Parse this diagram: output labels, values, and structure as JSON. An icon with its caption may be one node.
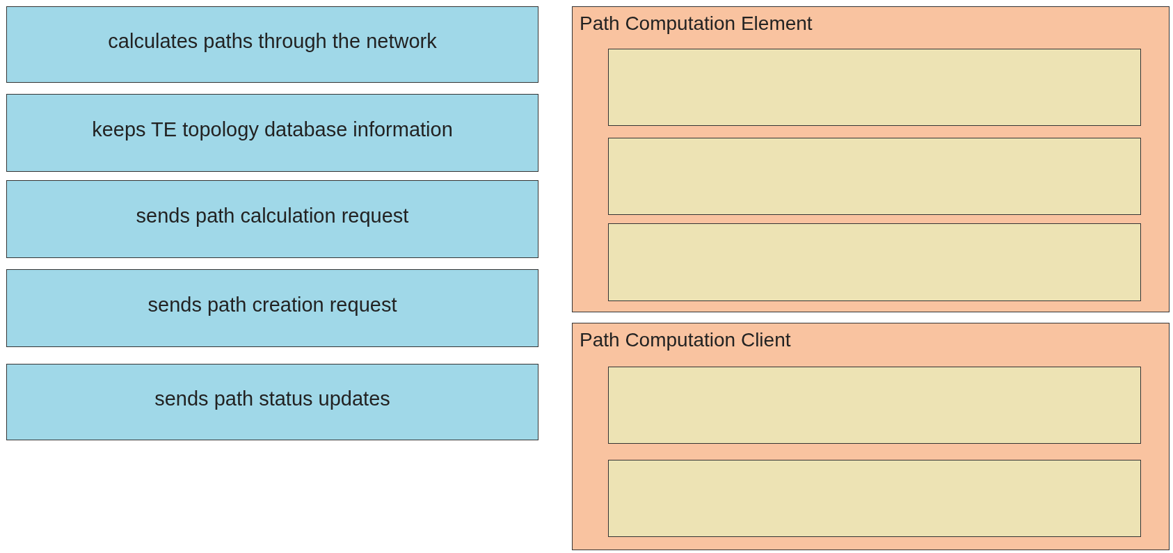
{
  "diagram": {
    "nodes": [
      {
        "text": [
          "calculates paths through the network"
        ]
      },
      {
        "text": [
          "keeps TE topology database information"
        ]
      },
      {
        "text": [
          "sends path calculation request"
        ]
      },
      {
        "text": [
          "sends path creation request"
        ]
      },
      {
        "text": [
          "sends path status updates"
        ]
      },
      {
        "text": [
          "Path Computation Element"
        ]
      },
      {
        "text": [],
        "shape": "box",
        "in": 5
      },
      {
        "text": [],
        "shape": "box",
        "in": 5
      },
      {
        "text": [],
        "shape": "box",
        "in": 5
      },
      {
        "text": [
          "Path Computation Client"
        ]
      },
      {
        "text": [],
        "shape": "box",
        "in": 9
      },
      {
        "text": [],
        "shape": "box",
        "in": 9
      }
    ]
  }
}
